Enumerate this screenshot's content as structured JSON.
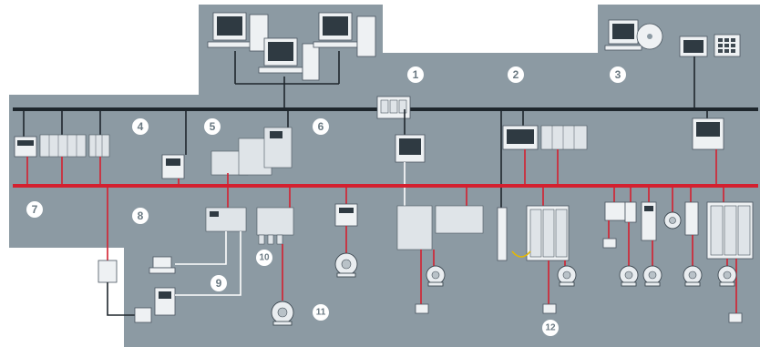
{
  "diagram": {
    "colors": {
      "background_panel": "#8c9aa3",
      "industrial_bus": "#1e262c",
      "field_bus": "#d4202f",
      "label_circle": "#ffffff",
      "label_text": "#6b7a83"
    },
    "callouts": [
      {
        "label": "1"
      },
      {
        "label": "2"
      },
      {
        "label": "3"
      },
      {
        "label": "4"
      },
      {
        "label": "5"
      },
      {
        "label": "6"
      },
      {
        "label": "7"
      },
      {
        "label": "8"
      },
      {
        "label": "9"
      },
      {
        "label": "10"
      },
      {
        "label": "11"
      },
      {
        "label": "12"
      }
    ],
    "icons": [
      "workstation-icon",
      "cd-icon",
      "operator-panel-icon",
      "keypad-icon",
      "controller-icon",
      "io-module-icon",
      "motor-icon",
      "drive-icon",
      "sensor-icon",
      "encoder-icon"
    ]
  }
}
